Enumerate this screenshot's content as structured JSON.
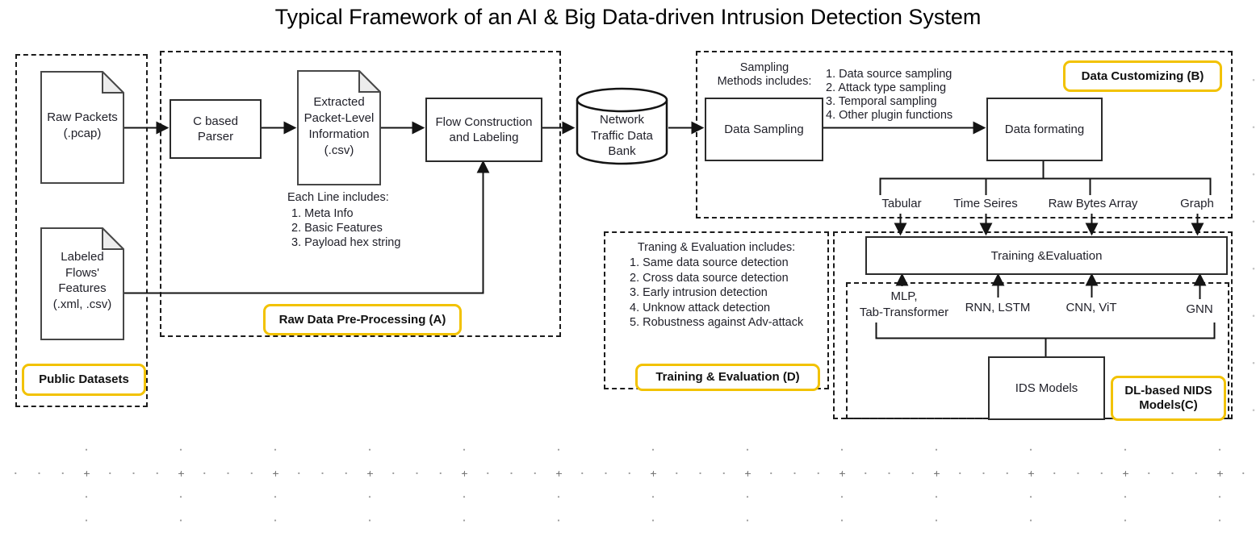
{
  "title": "Typical Framework of an AI & Big Data-driven Intrusion Detection System",
  "accent_yellow": "#F2C200",
  "public_datasets": {
    "label": "Public Datasets",
    "raw_packets_doc": "Raw Packets\n(.pcap)",
    "labeled_flows_doc": "Labeled\nFlows'\nFeatures\n(.xml, .csv)"
  },
  "preprocessing": {
    "label": "Raw Data Pre-Processing (A)",
    "parser_box": "C based\nParser",
    "extracted_doc": "Extracted\nPacket-Level\nInformation\n(.csv)",
    "flow_box": "Flow Construction\nand Labeling",
    "each_line_header": "Each Line includes:",
    "each_line_items": [
      "1. Meta Info",
      "2. Basic Features",
      "3. Payload hex string"
    ]
  },
  "data_bank_cylinder": "Network\nTraffic Data\nBank",
  "data_customizing": {
    "label": "Data Customizing (B)",
    "sampling_note": "Sampling\nMethods includes:",
    "data_sampling_box": "Data Sampling",
    "sampling_methods": [
      "1. Data source sampling",
      "2. Attack type sampling",
      "3. Temporal sampling",
      "4. Other plugin functions"
    ],
    "data_formating_box": "Data formating",
    "formats": [
      "Tabular",
      "Time Seires",
      "Raw Bytes Array",
      "Graph"
    ]
  },
  "training_evaluation": {
    "label": "Training & Evaluation (D)",
    "header": "Traning & Evaluation includes:",
    "items": [
      "1. Same data source detection",
      "2. Cross data source detection",
      "3. Early intrusion detection",
      "4. Unknow attack detection",
      "5. Robustness against Adv-attack"
    ],
    "training_box": "Training &Evaluation"
  },
  "nids_models": {
    "label": "DL-based NIDS\nModels(C)",
    "models": [
      "MLP,\nTab-Transformer",
      "RNN, LSTM",
      "CNN, ViT",
      "GNN"
    ],
    "ids_box": "IDS Models"
  }
}
